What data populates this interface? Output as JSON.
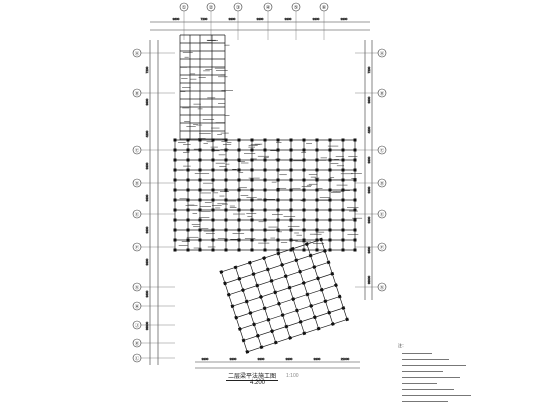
{
  "drawing": {
    "title": "二层梁平法施工图",
    "scale_text": "1:100",
    "elevation": "4.200",
    "grid_top_labels": [
      "①",
      "②",
      "③",
      "④",
      "⑤",
      "⑥"
    ],
    "grid_left_labels": [
      "Ⓐ",
      "Ⓑ",
      "Ⓒ",
      "Ⓓ",
      "Ⓔ",
      "Ⓕ",
      "Ⓖ",
      "Ⓗ",
      "Ⓙ",
      "Ⓚ",
      "Ⓛ"
    ],
    "top_dims": [
      "3600",
      "7200",
      "3300",
      "3300",
      "3300",
      "3300",
      "3300"
    ],
    "bottom_dims": [
      "3300",
      "3300",
      "3300",
      "3300",
      "3300",
      "21000"
    ],
    "left_dims": [
      "7200",
      "3900",
      "4200",
      "3300",
      "3300",
      "3300",
      "3300",
      "3600",
      "33300"
    ],
    "right_dims": [
      "7200",
      "3900",
      "4200",
      "3300",
      "3300",
      "3300",
      "3600",
      "33300"
    ],
    "notes_title": "注：",
    "notes_count": 9
  },
  "colors": {
    "line": "#1a1a1a",
    "grid": "#555555",
    "paper": "#ffffff"
  }
}
